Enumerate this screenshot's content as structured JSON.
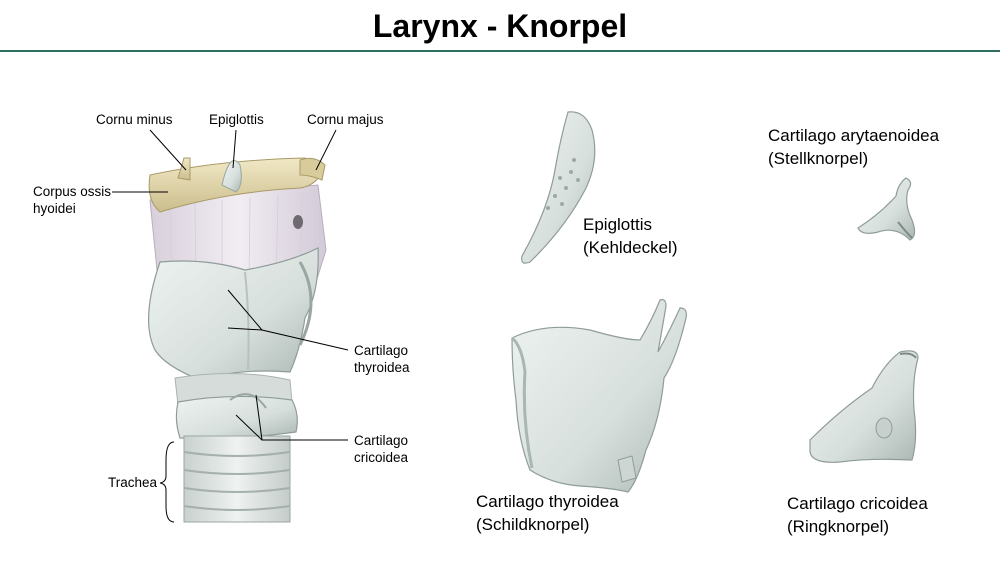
{
  "title": "Larynx - Knorpel",
  "colors": {
    "rule": "#2f6f62",
    "cartilage": "#dfe6e3",
    "cartilage_shadow": "#a9b5b1",
    "bone": "#e8dcb2",
    "membrane": "#ece6ee"
  },
  "labels": {
    "cornu_minus": "Cornu minus",
    "epiglottis": "Epiglottis",
    "cornu_majus": "Cornu majus",
    "corpus_line1": "Corpus ossis",
    "corpus_line2": "hyoidei",
    "thyroidea_line1": "Cartilago",
    "thyroidea_line2": "thyroidea",
    "cricoidea_line1": "Cartilago",
    "cricoidea_line2": "cricoidea",
    "trachea": "Trachea"
  },
  "captions": {
    "epiglottis_line1": "Epiglottis",
    "epiglottis_line2": "(Kehldeckel)",
    "arytaenoidea_line1": "Cartilago arytaenoidea",
    "arytaenoidea_line2": "(Stellknorpel)",
    "thyroidea_line1": "Cartilago thyroidea",
    "thyroidea_line2": "(Schildknorpel)",
    "cricoidea_line1": "Cartilago cricoidea",
    "cricoidea_line2": "(Ringknorpel)"
  }
}
